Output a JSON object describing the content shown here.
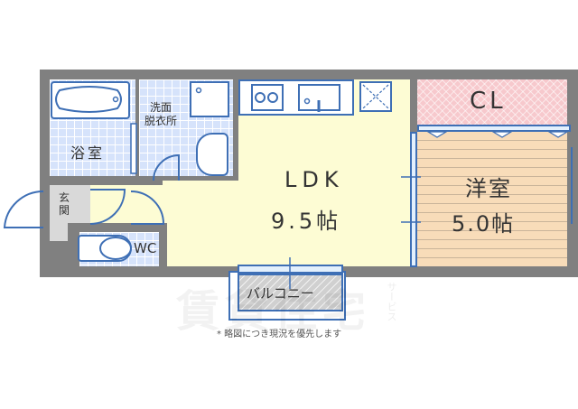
{
  "floorplan": {
    "rooms": {
      "bathroom": {
        "label": "浴室"
      },
      "washroom": {
        "label_line1": "洗面",
        "label_line2": "脱衣所"
      },
      "entrance": {
        "label": "玄関"
      },
      "toilet": {
        "label": "WC"
      },
      "ldk": {
        "label": "LDK",
        "size": "9.5帖"
      },
      "closet": {
        "label": "CL"
      },
      "western_room": {
        "label": "洋室",
        "size": "5.0帖"
      },
      "balcony": {
        "label": "バルコニー"
      }
    },
    "note": "* 略図につき現況を優先します",
    "watermark": {
      "text": "賃貸住宅",
      "sub": "サービス"
    },
    "colors": {
      "wall": "#808080",
      "line": "#3e6fb5",
      "tile": "#d6e3fb",
      "ldk": "#fdfcd4",
      "western_room": "#f8dcb9",
      "closet": "#f7c9cd",
      "balcony": "#d0d0d0"
    }
  }
}
